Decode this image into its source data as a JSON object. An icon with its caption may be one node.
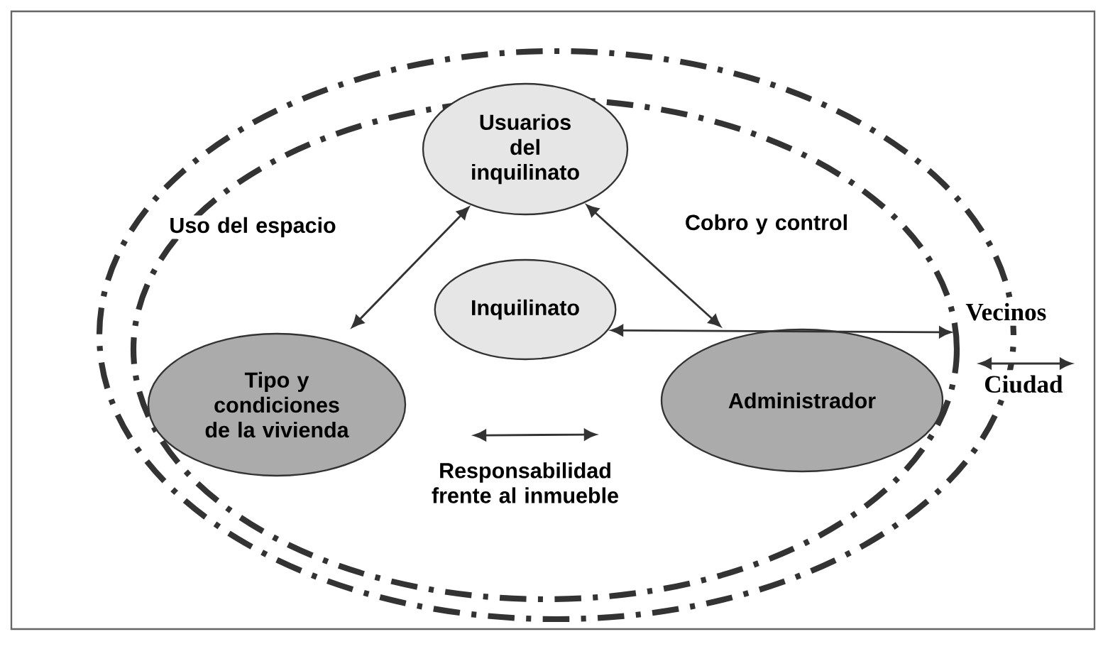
{
  "diagram": {
    "nodes": [
      {
        "text": [
          "Usuarios del inquilinato"
        ]
      },
      {
        "text": [
          "Inquilinato"
        ]
      },
      {
        "text": [
          "Tipo y condiciones de la vivienda"
        ]
      },
      {
        "text": [
          "Administrador"
        ]
      },
      {
        "text": [
          "Vecinos"
        ]
      },
      {
        "text": [
          "Ciudad"
        ]
      }
    ],
    "edges": [
      {
        "from": 0,
        "to": 2,
        "arrow": "both",
        "label": "Uso del espacio"
      },
      {
        "from": 0,
        "to": 3,
        "arrow": "both",
        "label": "Cobro y control"
      },
      {
        "from": 1,
        "to": 4,
        "arrow": "both"
      },
      {
        "from": null,
        "to": 5,
        "arrow": "both"
      },
      {
        "from": 2,
        "to": 3,
        "arrow": "both",
        "label": "Responsabilidad frente al inmueble"
      }
    ]
  }
}
